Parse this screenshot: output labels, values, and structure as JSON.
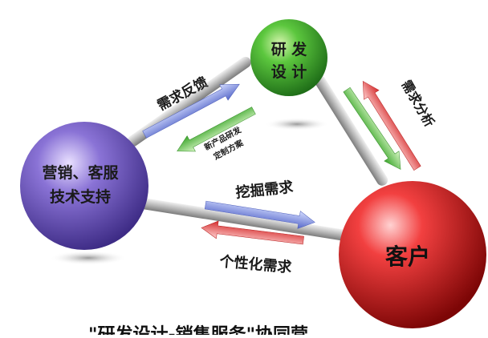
{
  "nodes": {
    "rd": {
      "line1": "研 发",
      "line2": "设 计",
      "color": "#2f9a2a"
    },
    "marketing": {
      "line1": "营销、客服",
      "line2": "技术支持",
      "color": "#6d54b8"
    },
    "customer": {
      "label": "客户",
      "color": "#d11a1a"
    }
  },
  "arrows": {
    "demand_feedback": "需求反馈",
    "new_product": {
      "line1": "新产品研发",
      "line2": "定制方案"
    },
    "demand_analysis": "需求分析",
    "dig_demand": "挖掘需求",
    "personalized": "个性化需求"
  },
  "caption": "\"研发设计-销售服务\"协同营"
}
